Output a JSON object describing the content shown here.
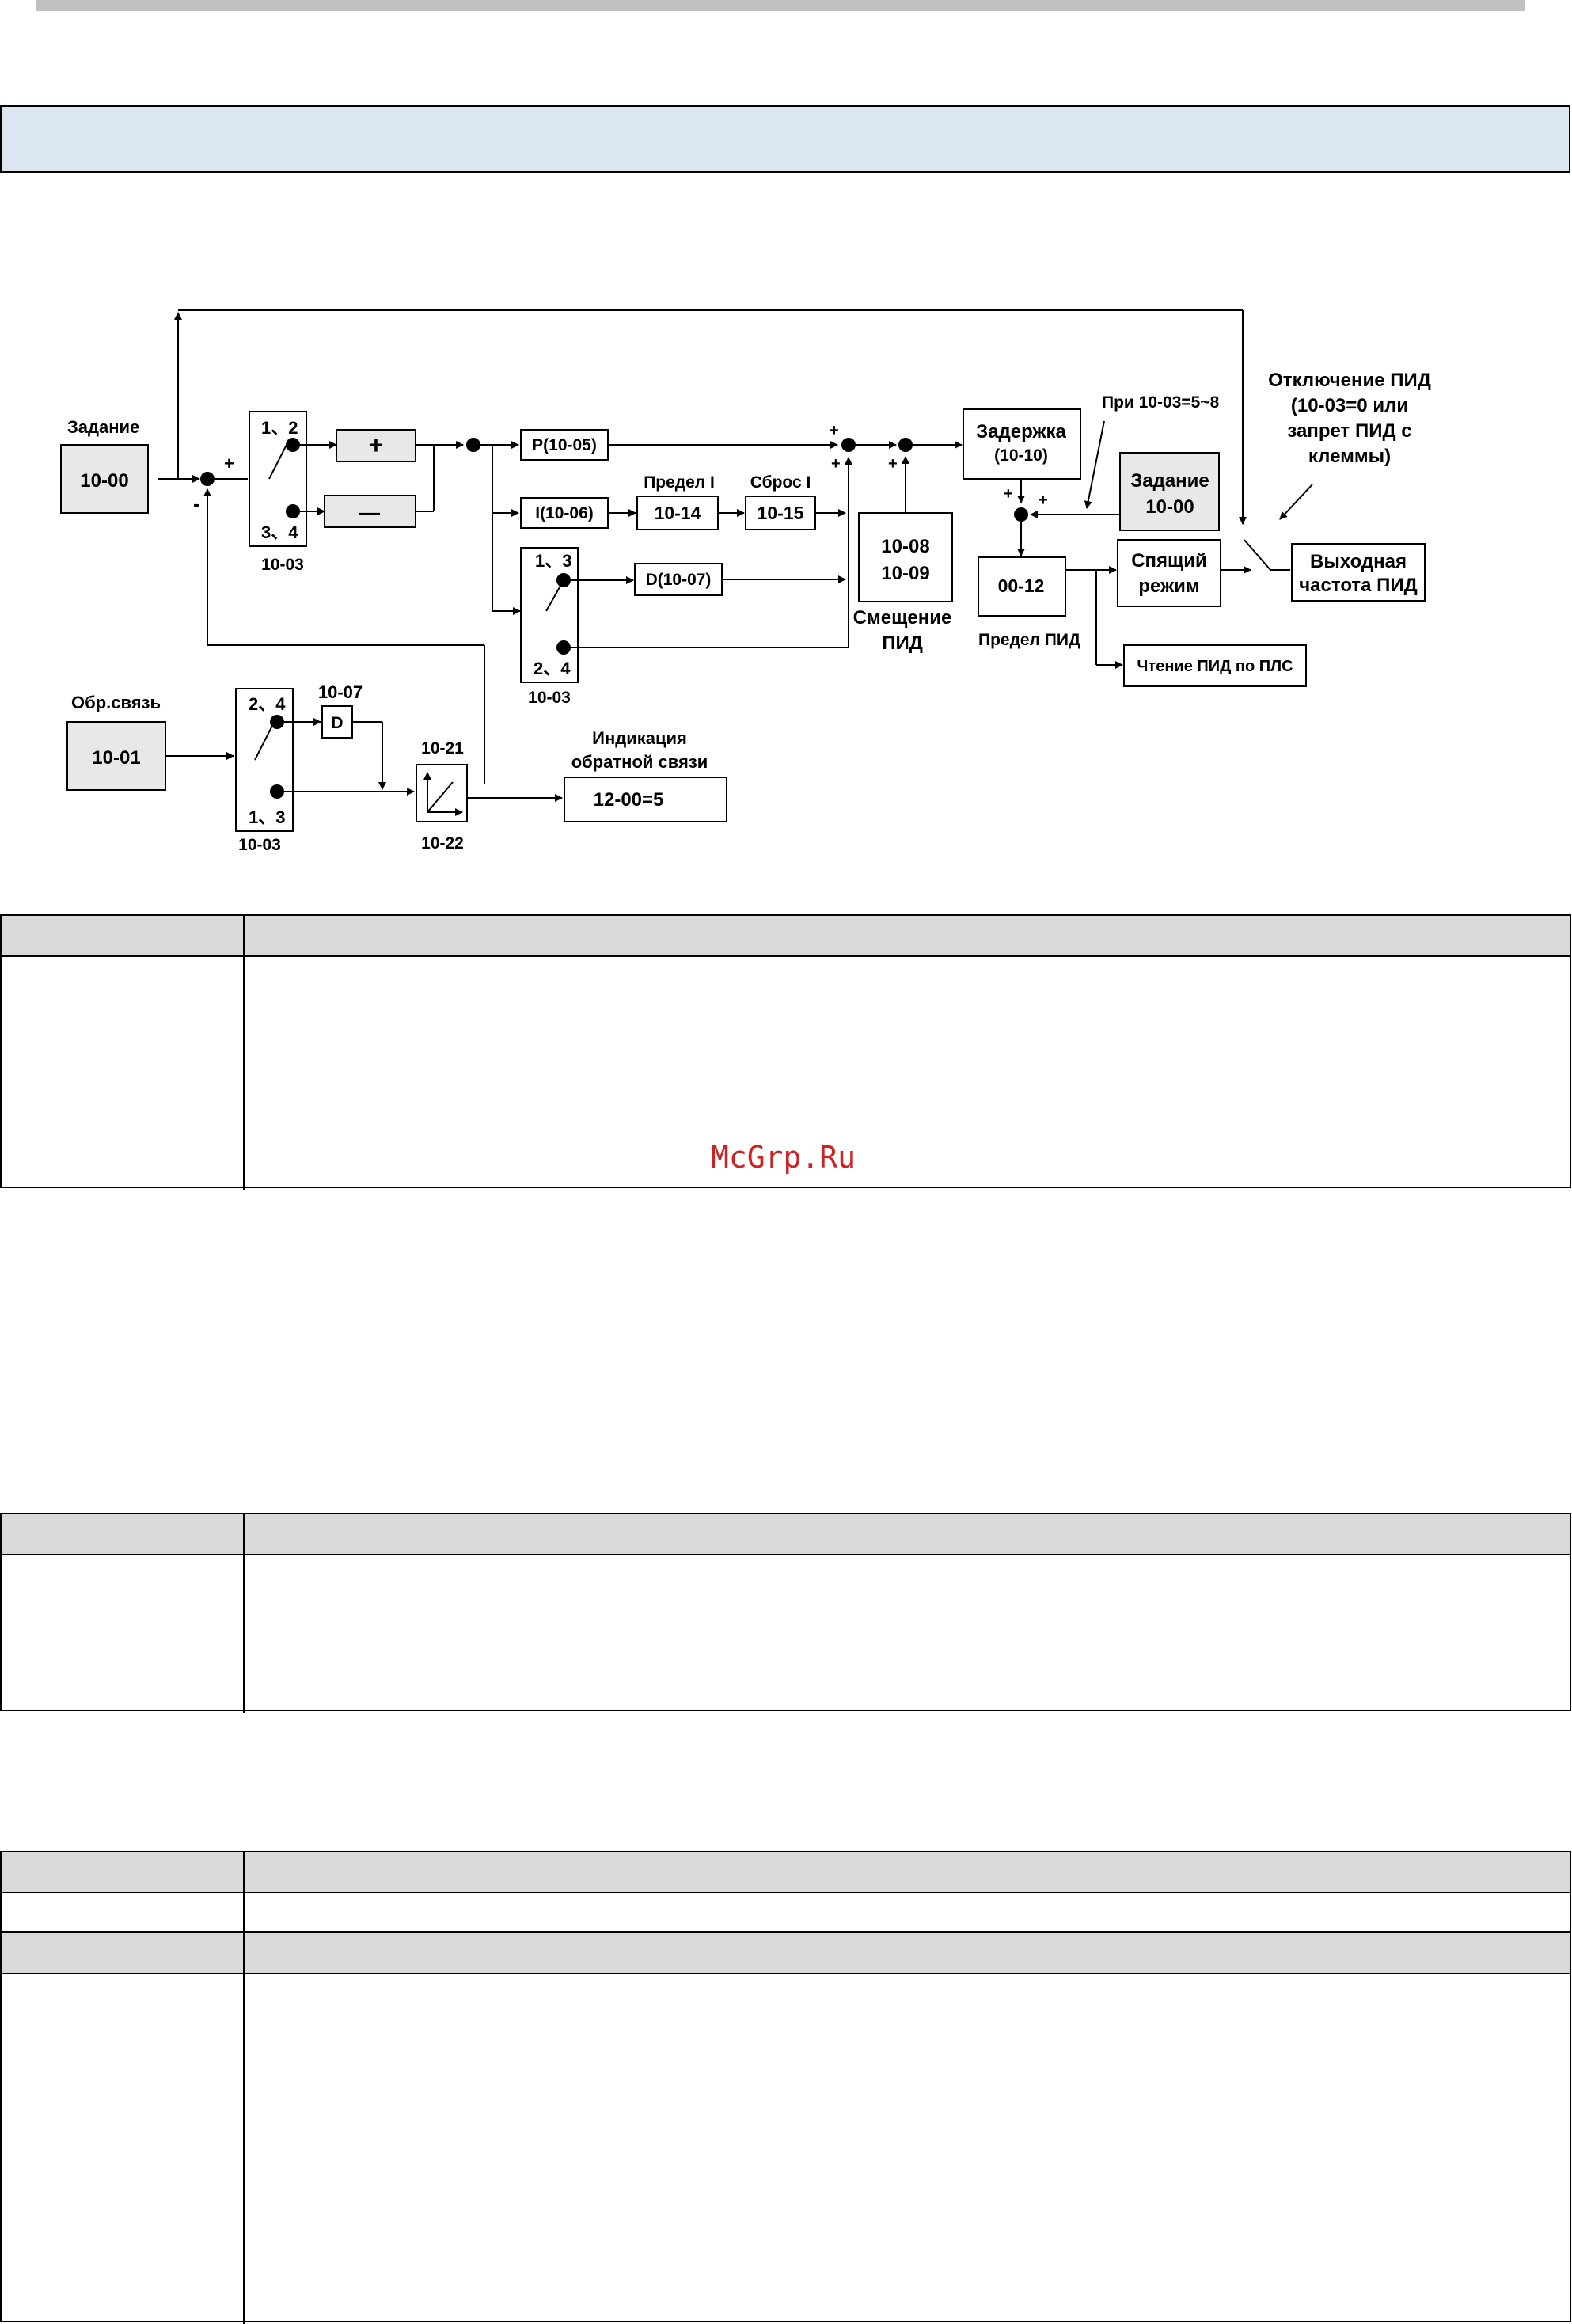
{
  "diagram": {
    "setpoint_label": "Задание",
    "setpoint_param": "10-00",
    "feedback_label": "Обр.связь",
    "feedback_param": "10-01",
    "sel_12": "1、2",
    "sel_34": "3、4",
    "sel_24": "2、4",
    "sel_13": "1、3",
    "sel_param": "10-03",
    "plus_sym": "+",
    "minus_sym": "—",
    "sign_plus": "+",
    "sign_minus": "-",
    "p_block": "P(10-05)",
    "i_block": "I(10-06)",
    "d_block": "D(10-07)",
    "i_limit_label": "Предел I",
    "i_limit_param": "10-14",
    "i_reset_label": "Сброс I",
    "i_reset_param": "10-15",
    "offset_p1": "10-08",
    "offset_p2": "10-09",
    "offset_label_1": "Смещение",
    "offset_label_2": "ПИД",
    "delay_label": "Задержка",
    "delay_param": "(10-10)",
    "when_label": "При 10-03=5~8",
    "setpoint2_label": "Задание",
    "setpoint2_param": "10-00",
    "pid_limit_param": "00-12",
    "pid_limit_label": "Предел ПИД",
    "sleep_1": "Спящий",
    "sleep_2": "режим",
    "plc_read": "Чтение ПИД по ПЛС",
    "pid_off_1": "Отключение ПИД",
    "pid_off_2": "(10-03=0 или",
    "pid_off_3": "запрет ПИД с",
    "pid_off_4": "клеммы)",
    "output_1": "Выходная",
    "output_2": "частота ПИД",
    "d_param": "10-07",
    "d_letter": "D",
    "filter_top": "10-21",
    "filter_bottom": "10-22",
    "fb_disp_1": "Индикация",
    "fb_disp_2": "обратной связи",
    "fb_disp_param": "12-00=5"
  },
  "watermark": "McGrp.Ru"
}
